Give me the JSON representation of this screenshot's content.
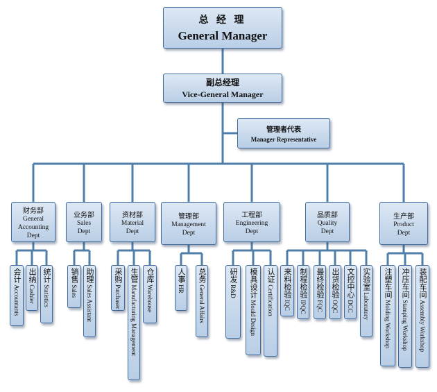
{
  "general_manager": {
    "zh": "总 经 理",
    "en": "General Manager"
  },
  "vice_general_manager": {
    "zh": "副总经理",
    "en": "Vice-General Manager"
  },
  "manager_representative": {
    "zh": "管理者代表",
    "en": "Manager Representative"
  },
  "departments": [
    {
      "id": "finance",
      "zh": "财务部",
      "en": [
        "General",
        "Accounting",
        "Dept"
      ],
      "units": [
        {
          "zh": "会计",
          "en": "Accountants"
        },
        {
          "zh": "出纳",
          "en": "Cashier"
        },
        {
          "zh": "统计",
          "en": "Statistics"
        }
      ]
    },
    {
      "id": "sales",
      "zh": "业务部",
      "en": [
        "Sales",
        "Dept"
      ],
      "units": [
        {
          "zh": "销售",
          "en": "Sales"
        },
        {
          "zh": "助理",
          "en": "Sales Assistant"
        }
      ]
    },
    {
      "id": "material",
      "zh": "资材部",
      "en": [
        "Material",
        "Dept"
      ],
      "units": [
        {
          "zh": "采购",
          "en": "Purchaser"
        },
        {
          "zh": "生管",
          "en": "Manufacturing Management"
        },
        {
          "zh": "仓库",
          "en": "Warehouse"
        }
      ]
    },
    {
      "id": "management",
      "zh": "管理部",
      "en": [
        "Management",
        "Dept"
      ],
      "units": [
        {
          "zh": "人事",
          "en": "HR"
        },
        {
          "zh": "总务",
          "en": "General Affairs"
        }
      ]
    },
    {
      "id": "engineering",
      "zh": "工程部",
      "en": [
        "Engineering",
        "Dept"
      ],
      "units": [
        {
          "zh": "研发",
          "en": "R&D"
        },
        {
          "zh": "模具设计",
          "en": "Mould Design"
        },
        {
          "zh": "认证",
          "en": "Certification"
        }
      ]
    },
    {
      "id": "quality",
      "zh": "品质部",
      "en": [
        "Quality",
        "Dept"
      ],
      "units": [
        {
          "zh": "来料检验",
          "en": "IQC"
        },
        {
          "zh": "制程检验",
          "en": "IPQC"
        },
        {
          "zh": "最终检验",
          "en": "FQC"
        },
        {
          "zh": "出货检验",
          "en": "OQC"
        },
        {
          "zh": "文控中心",
          "en": "DCC"
        },
        {
          "zh": "实验室",
          "en": "Laboratory"
        }
      ]
    },
    {
      "id": "production",
      "zh": "生产部",
      "en": [
        "Product",
        "Dept"
      ],
      "units": [
        {
          "zh": "注塑车间",
          "en": "Molding Workshop"
        },
        {
          "zh": "冲压车间",
          "en": "Stamping Workshop"
        },
        {
          "zh": "装配车间",
          "en": "Assembly Workshop"
        }
      ]
    }
  ]
}
